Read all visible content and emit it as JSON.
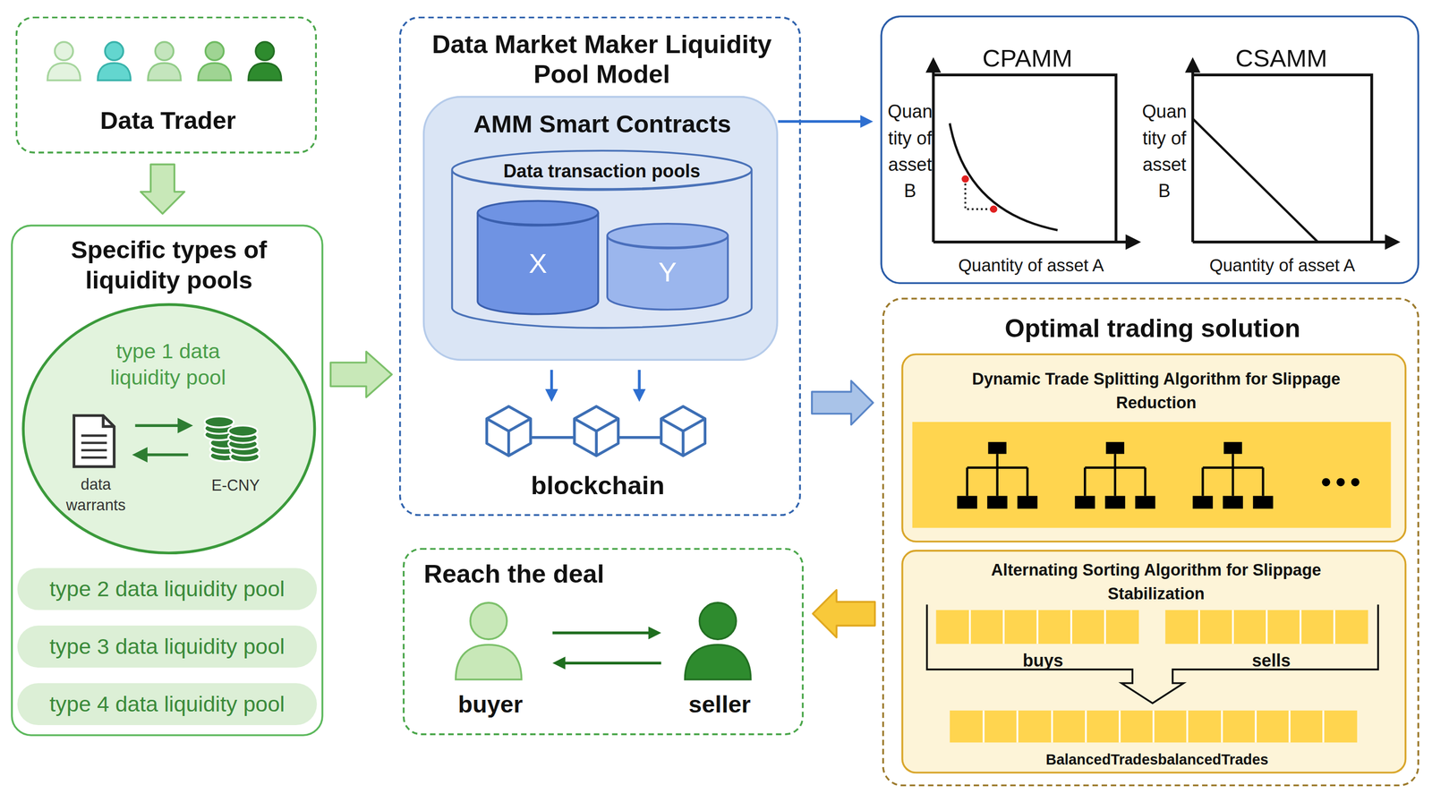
{
  "diagram": {
    "nodes": [
      {
        "text": [
          "Data Trader"
        ]
      },
      {
        "text": [
          "Specific types of liquidity pools"
        ]
      },
      {
        "text": [
          "type 1 data liquidity pool",
          "data warrants",
          "E-CNY"
        ],
        "in": 1
      },
      {
        "text": [
          "type 2 data liquidity pool"
        ],
        "in": 1
      },
      {
        "text": [
          "type 3 data liquidity pool"
        ],
        "in": 1
      },
      {
        "text": [
          "type 4 data liquidity pool"
        ],
        "in": 1
      },
      {
        "text": [
          "Data Market Maker Liquidity Pool Model"
        ]
      },
      {
        "text": [
          "AMM Smart Contracts"
        ],
        "in": 6
      },
      {
        "text": [
          "Data transaction pools"
        ],
        "in": 7
      },
      {
        "text": [
          "X"
        ],
        "in": 8
      },
      {
        "text": [
          "Y"
        ],
        "in": 8
      },
      {
        "text": [
          "blockchain"
        ],
        "in": 6
      },
      {
        "text": []
      },
      {
        "text": [
          "CPAMM",
          "Quan tity of asset B",
          "Quantity of asset A"
        ],
        "in": 12
      },
      {
        "text": [
          "CSAMM",
          "Quan tity of asset B",
          "Quantity of asset A"
        ],
        "in": 12
      },
      {
        "text": [
          "Optimal trading solution"
        ]
      },
      {
        "text": [
          "Dynamic Trade Splitting Algorithm for Slippage Reduction"
        ],
        "in": 15
      },
      {
        "text": [
          "Alternating Sorting Algorithm for Slippage Stabilization",
          "buys",
          "sells",
          "BalancedTradesbalancedTrades"
        ],
        "in": 15
      },
      {
        "text": [
          "Reach the deal"
        ]
      },
      {
        "text": [
          "buyer"
        ],
        "in": 18
      },
      {
        "text": [
          "seller"
        ],
        "in": 18
      }
    ],
    "edges": [
      {
        "from": 0,
        "to": 1,
        "arrow": "to"
      },
      {
        "from": 1,
        "to": 6,
        "arrow": "to"
      },
      {
        "from": 7,
        "to": 12,
        "arrow": "to"
      },
      {
        "from": 7,
        "to": 11,
        "arrow": "to"
      },
      {
        "from": 7,
        "to": 11,
        "arrow": "to"
      },
      {
        "from": 6,
        "to": 15,
        "arrow": "to"
      },
      {
        "from": 15,
        "to": 18,
        "arrow": "to"
      },
      {
        "from": 19,
        "to": 20,
        "arrow": "to"
      },
      {
        "from": 20,
        "to": 19,
        "arrow": "to"
      }
    ]
  }
}
